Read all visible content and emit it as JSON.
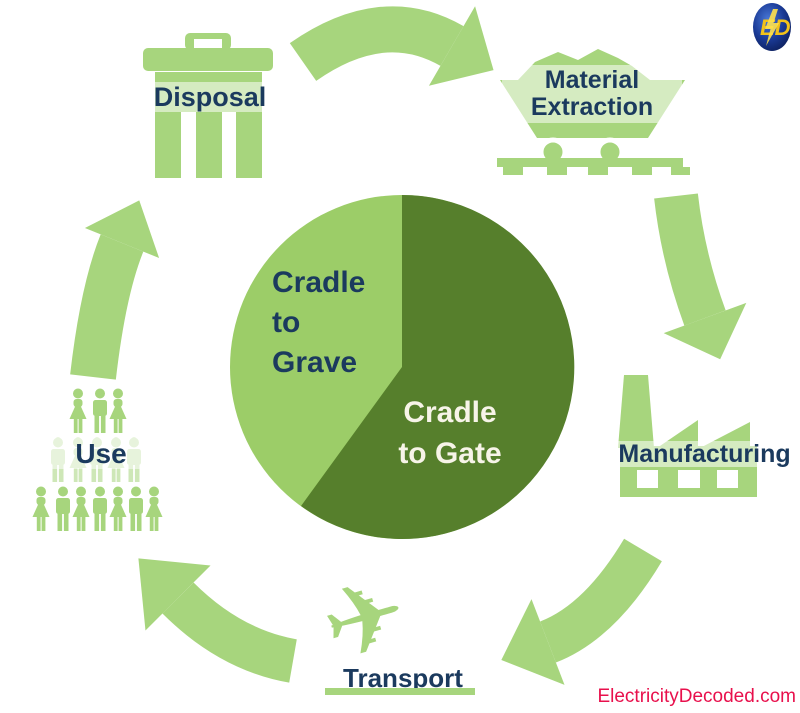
{
  "center": {
    "cradle_to_grave": {
      "lines": [
        "Cradle",
        "to",
        "Grave"
      ]
    },
    "cradle_to_gate": {
      "lines": [
        "Cradle",
        "to Gate"
      ]
    }
  },
  "stages": {
    "disposal": {
      "label": "Disposal"
    },
    "material_extraction": {
      "lines": [
        "Material",
        "Extraction"
      ]
    },
    "manufacturing": {
      "label": "Manufacturing"
    },
    "transport": {
      "label": "Transport"
    },
    "use": {
      "label": "Use"
    }
  },
  "arrows": [
    {
      "from": "Disposal",
      "to": "Material Extraction"
    },
    {
      "from": "Material Extraction",
      "to": "Manufacturing"
    },
    {
      "from": "Manufacturing",
      "to": "Transport"
    },
    {
      "from": "Transport",
      "to": "Use"
    },
    {
      "from": "Use",
      "to": "Disposal"
    }
  ],
  "icons": {
    "airplane_glyph": "✈",
    "names": [
      "trash-icon",
      "mine-cart-icon",
      "factory-icon",
      "airplane-icon",
      "people-icon"
    ]
  },
  "logo": {
    "text": "ED"
  },
  "footer": {
    "website": "ElectricityDecoded.com"
  },
  "colors": {
    "light_green": "#a7d57d",
    "circle_green": "#9ccd68",
    "dark_green": "#567f2c",
    "navy": "#1b3a5e",
    "cream": "#f7f4e8",
    "red": "#e8104c",
    "logo_blue": "#16337f",
    "logo_yellow": "#f2c21a"
  }
}
